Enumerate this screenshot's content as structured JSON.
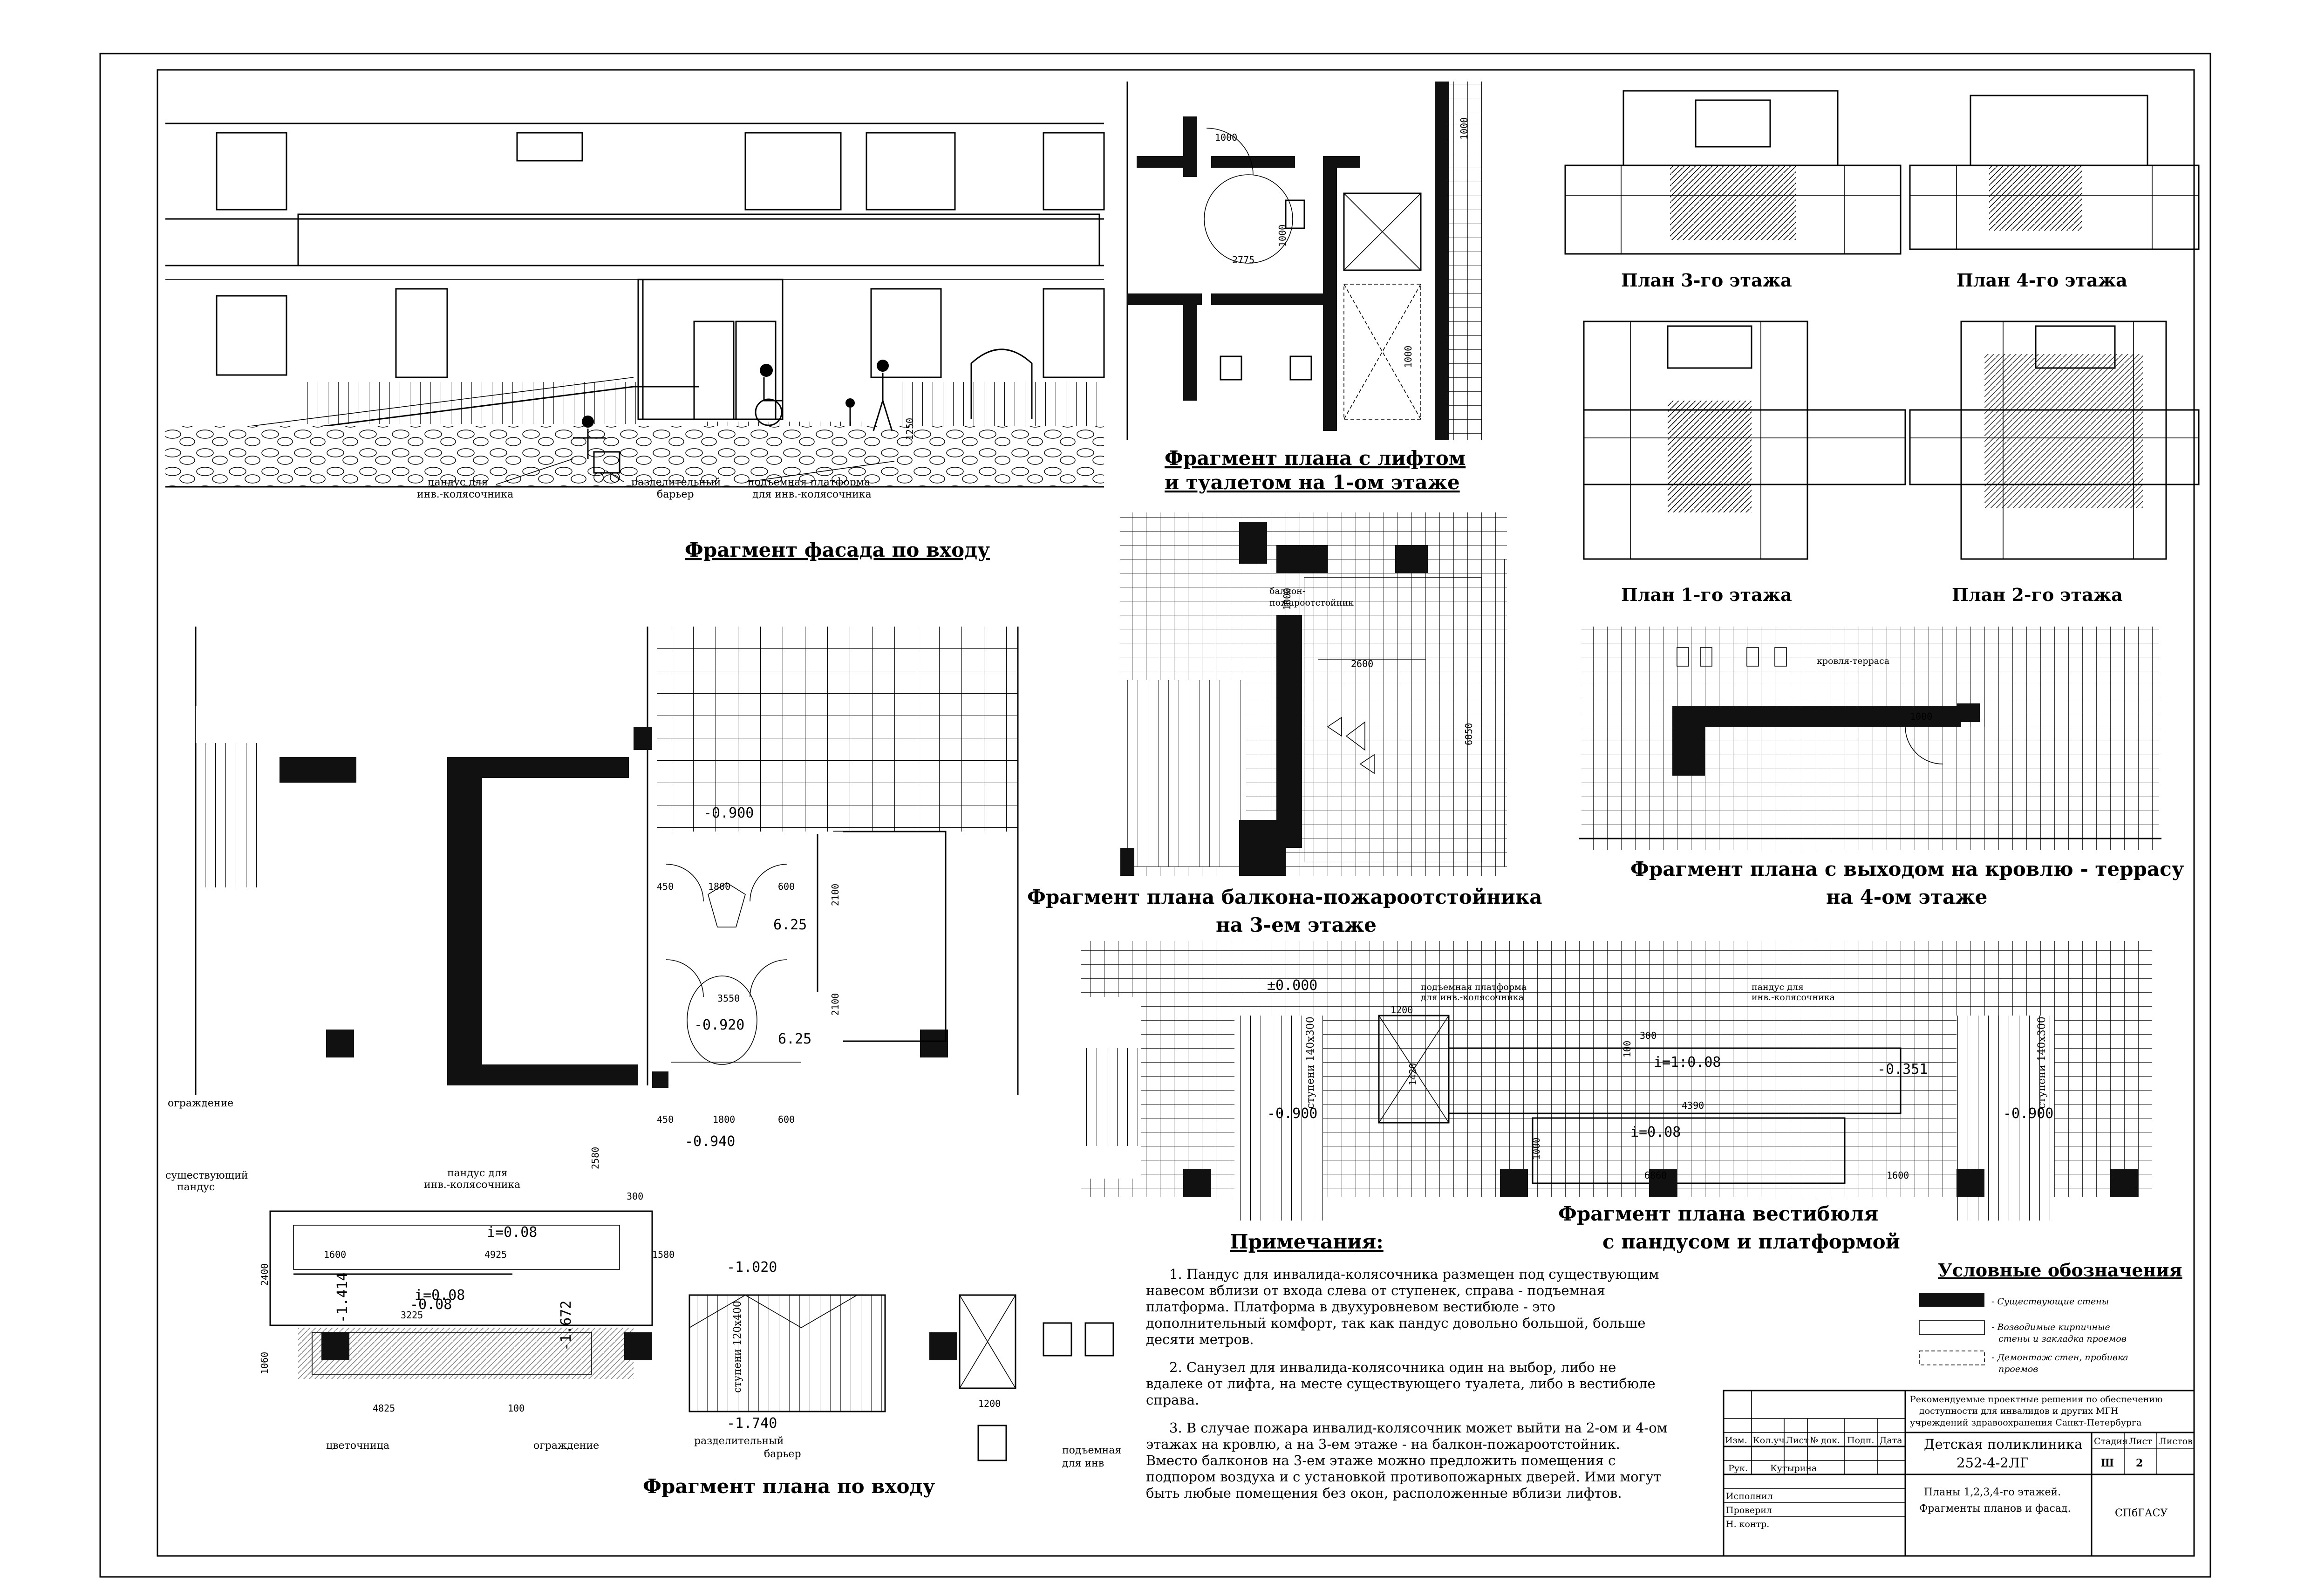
{
  "captions": {
    "facade": "Фрагмент фасада по входу",
    "lift_1": "Фрагмент плана с лифтом",
    "lift_2": "и туалетом на 1-ом этаже",
    "plan3": "План 3-го этажа",
    "plan4": "План 4-го этажа",
    "plan1": "План 1-го этажа",
    "plan2": "План 2-го этажа",
    "balcony_1": "Фрагмент плана балкона-пожароотстойника",
    "balcony_2": "на 3-ем этаже",
    "roof_1": "Фрагмент плана с выходом на кровлю - террасу",
    "roof_2": "на 4-ом этаже",
    "vest_1": "Фрагмент плана вестибюля",
    "vest_2": "с пандусом и платформой",
    "entrance": "Фрагмент плана по входу"
  },
  "facade_labels": {
    "ramp_1": "пандус для",
    "ramp_2": "инв.-колясочника",
    "barrier_1": "разделительный",
    "barrier_2": "барьер",
    "platform_1": "подъемная платформа",
    "platform_2": "для инв.-колясочника"
  },
  "lift_dims": {
    "d1": "1000",
    "d2": "1000",
    "d3": "2775",
    "d4": "1000",
    "d5": "1000"
  },
  "balcony_labels": {
    "b1": "балкон-",
    "b2": "пожароотстойник",
    "d1": "1000",
    "d2": "2600",
    "d3": "6050"
  },
  "roof_labels": {
    "terrace": "кровля-терраса",
    "d1": "1000"
  },
  "vestibule": {
    "lvl_0": "±0.000",
    "platform_1": "подъемная платформа",
    "platform_2": "для инв.-колясочника",
    "ramp_1": "пандус для",
    "ramp_2": "инв.-колясочника",
    "steps_left": "ступени 140х300",
    "steps_right": "ступени 140х300",
    "lvl_left": "-0.900",
    "lvl_right": "-0.900",
    "lvl_ramp": "-0.351",
    "slope_1": "i=1:0.08",
    "slope_2": "i=0.08",
    "d1": "1200",
    "d2": "1420",
    "d3": "4390",
    "d4": "6860",
    "d5": "1600",
    "d6": "300",
    "d7": "100",
    "d8": "1000"
  },
  "entrance_plan": {
    "lvl_900": "-0.900",
    "lvl_920": "-0.920",
    "lvl_940": "-0.940",
    "lvl_1020": "-1.020",
    "lvl_1740": "-1.740",
    "lvl_1414": "-1.414",
    "lvl_1672": "-1.672",
    "lvl_008": "-0.08",
    "d_625a": "6.25",
    "d_625b": "6.25",
    "fence": "ограждение",
    "existing_1": "существующий",
    "existing_2": "пандус",
    "ramp_1": "пандус для",
    "ramp_2": "инв.-колясочника",
    "slope_1": "i=0.08",
    "slope_2": "i=0.08",
    "flowerbed": "цветочница",
    "fence2": "ограждение",
    "barrier_1": "разделительный",
    "barrier_2": "барьер",
    "lift_1": "подъемная",
    "lift_2": "для инв",
    "steps": "ступени 120х400",
    "d_4925": "4925",
    "d_3225": "3225",
    "d_4825": "4825",
    "d_1600": "1600",
    "d_1580": "1580",
    "d_1800a": "1800",
    "d_1800b": "1800",
    "d_3550": "3550",
    "d_2100a": "2100",
    "d_2100b": "2100",
    "d_450a": "450",
    "d_450b": "450",
    "d_600a": "600",
    "d_600b": "600",
    "d_2580": "2580",
    "d_2400": "2400",
    "d_1060": "1060",
    "d_1200": "1200",
    "d_300": "300",
    "d_100": "100"
  },
  "notes": {
    "title": "Примечания:",
    "n1": [
      "1. Пандус для инвалида-колясочника размещен под существующим",
      "навесом вблизи от входа слева от ступенек, справа - подъемная",
      "платформа.  Платформа в двухуровневом  вестибюле - это",
      "дополнительный комфорт, так как пандус довольно большой, больше",
      "десяти метров."
    ],
    "n2": [
      "2. Санузел для инвалида-колясочника один на выбор, либо не",
      "вдалеке от лифта, на месте существующего туалета, либо в вестибюле",
      "справа."
    ],
    "n3": [
      "3. В случае пожара  инвалид-колясочник может выйти на 2-ом и 4-ом",
      "этажах на кровлю, а на 3-ем этаже - на балкон-пожароотстойник.",
      "Вместо балконов на 3-ем этаже можно предложить помещения с",
      "подпором воздуха и с установкой противопожарных дверей.  Ими могут",
      "быть любые помещения без окон, расположенные вблизи лифтов."
    ]
  },
  "legend": {
    "title": "Условные обозначения",
    "l1": "- Существующие стены",
    "l2a": "- Возводимые кирпичные",
    "l2b": "стены и  закладка проемов",
    "l3a": "- Демонтаж стен, пробивка",
    "l3b": "проемов"
  },
  "title_block": {
    "rec1": "Рекомендуемые проектные решения по обеспечению",
    "rec2": "доступности для инвалидов и других МГН",
    "rec3": "учреждений здравоохранения  Санкт-Петербурга",
    "heads": [
      "Изм.",
      "Кол.уч",
      "Лист",
      "№ док.",
      "Подп.",
      "Дата"
    ],
    "row_ruk": "Рук.",
    "row_name": "Кутырина",
    "row_r1": "Исполнил",
    "row_r2": "Проверил",
    "row_r3": "Н. контр.",
    "proj_1": "Детская поликлиника",
    "proj_2": "252-4-2ЛГ",
    "sheet_1": "Планы 1,2,3,4-го этажей.",
    "sheet_2": "Фрагменты планов и фасад.",
    "stage_h": "Стадия",
    "sheet_h": "Лист",
    "sheets_h": "Листов",
    "stage": "Ш",
    "sheet": "2",
    "org": "СПбГАСУ"
  }
}
